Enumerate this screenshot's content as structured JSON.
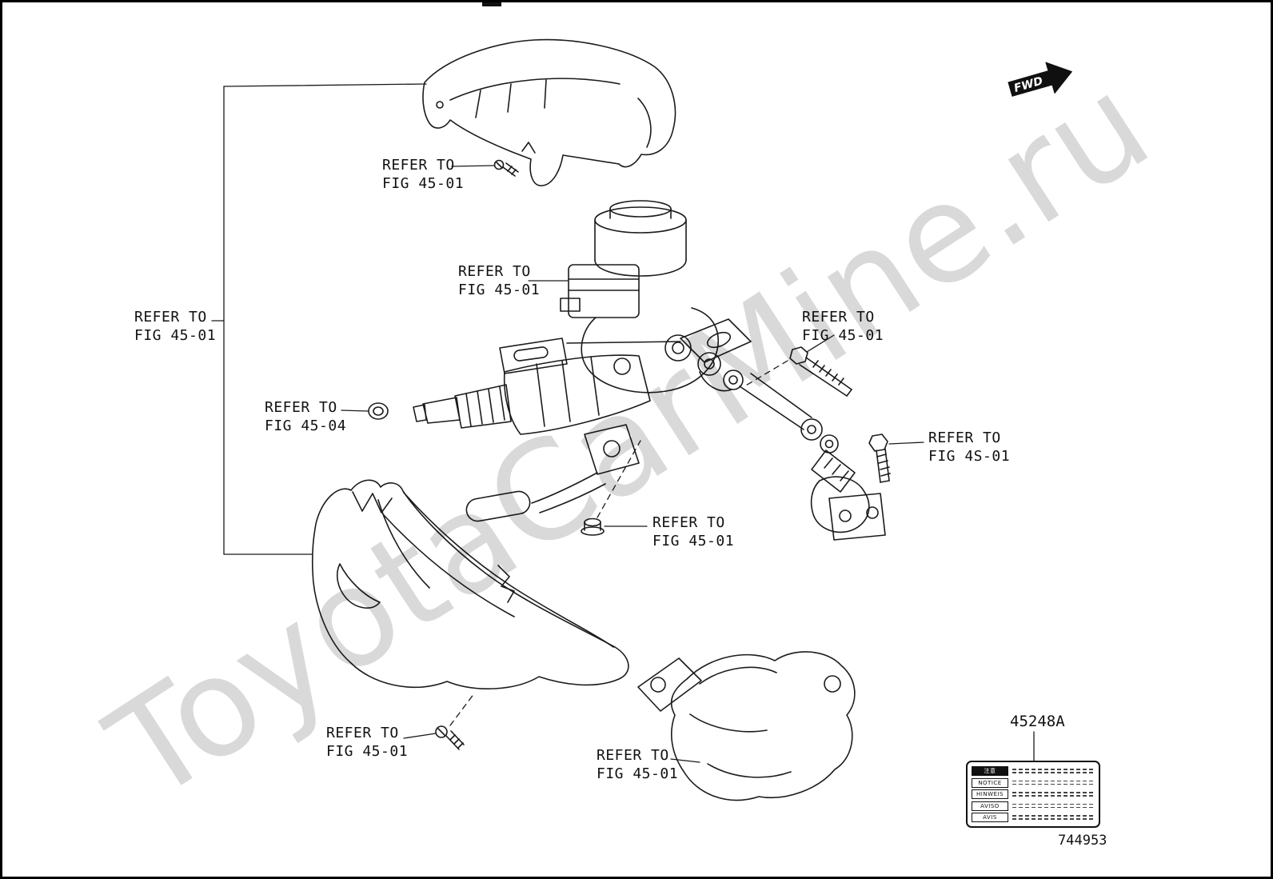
{
  "page": {
    "number": "744953",
    "watermark": "ToyotaCarMine.ru"
  },
  "fwd": {
    "label": "FWD"
  },
  "callouts": [
    {
      "line1": "REFER TO",
      "line2": "FIG 45-01"
    },
    {
      "line1": "REFER TO",
      "line2": "FIG 45-01"
    },
    {
      "line1": "REFER TO",
      "line2": "FIG 45-01"
    },
    {
      "line1": "REFER TO",
      "line2": "FIG 45-01"
    },
    {
      "line1": "REFER TO",
      "line2": "FIG 45-04"
    },
    {
      "line1": "REFER TO",
      "line2": "FIG 4S-01"
    },
    {
      "line1": "REFER TO",
      "line2": "FIG 45-01"
    },
    {
      "line1": "REFER TO",
      "line2": "FIG 45-01"
    },
    {
      "line1": "REFER TO",
      "line2": "FIG 45-01"
    }
  ],
  "part": {
    "number": "45248A",
    "plate_rows": [
      "注意",
      "NOTICE",
      "HINWEIS",
      "AVISO",
      "AVIS"
    ]
  },
  "colors": {
    "line": "#1b1b1b",
    "arrow": "#101010"
  }
}
